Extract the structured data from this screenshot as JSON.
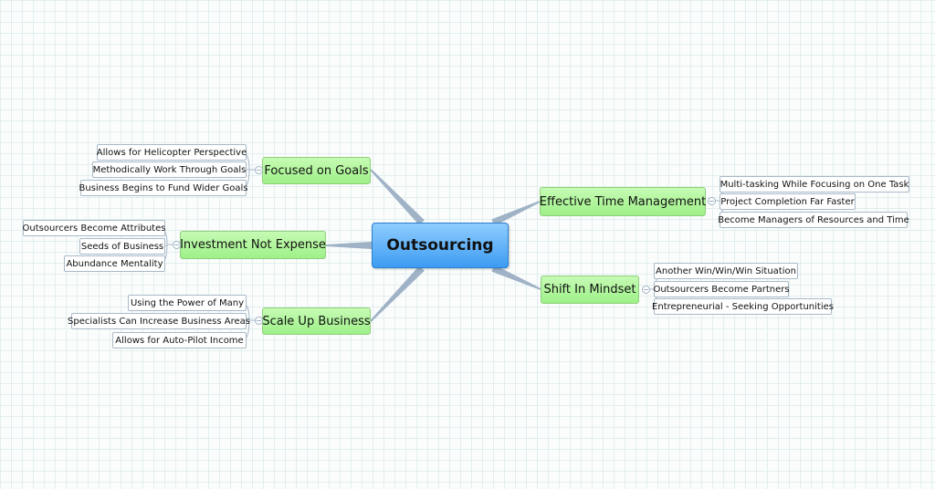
{
  "central": {
    "label": "Outsourcing"
  },
  "topics": [
    {
      "label": "Focused on Goals",
      "subtopics": [
        "Allows for Helicopter Perspective",
        "Methodically Work Through Goals",
        "Business Begins to Fund Wider Goals"
      ]
    },
    {
      "label": "Investment Not Expense",
      "subtopics": [
        "Outsourcers Become Attributes",
        "Seeds of Business",
        "Abundance Mentality"
      ]
    },
    {
      "label": "Scale Up Business",
      "subtopics": [
        "Using the Power of Many",
        "Specialists Can Increase Business Areas",
        "Allows for Auto-Pilot Income"
      ]
    },
    {
      "label": "Effective Time Management",
      "subtopics": [
        "Multi-tasking While Focusing on One Task",
        "Project Completion Far Faster",
        "Become Managers of Resources and Time"
      ]
    },
    {
      "label": "Shift In Mindset",
      "subtopics": [
        "Another Win/Win/Win Situation",
        "Outsourcers Become Partners",
        "Entrepreneurial - Seeking Opportunities"
      ]
    }
  ],
  "colors": {
    "central_fill": "#5aafff",
    "topic_fill": "#b4f6a0",
    "subtopic_fill": "#ffffff",
    "link_main": "#9fb2c6",
    "link_sub": "#a9b9c8"
  }
}
